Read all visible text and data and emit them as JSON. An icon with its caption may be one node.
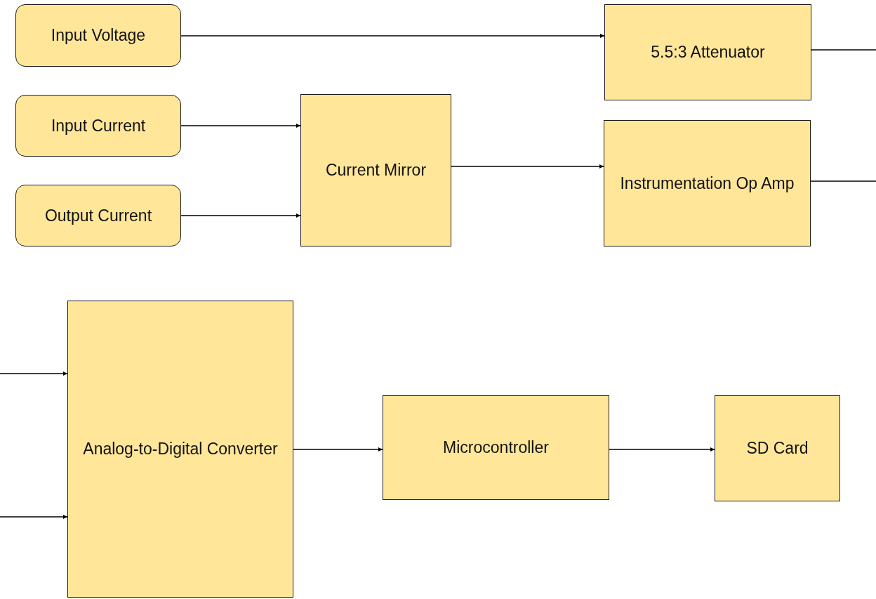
{
  "diagram": {
    "nodes": [
      {
        "text": [
          "Input Voltage"
        ]
      },
      {
        "text": [
          "Input Current"
        ]
      },
      {
        "text": [
          "Output Current"
        ]
      },
      {
        "text": [
          "Current Mirror"
        ]
      },
      {
        "text": [
          "5.5:3 Attenuator"
        ]
      },
      {
        "text": [
          "Instrumentation Op Amp"
        ]
      },
      {
        "text": [
          "Analog-to-Digital Converter"
        ]
      },
      {
        "text": [
          "Microcontroller"
        ]
      },
      {
        "text": [
          "SD Card"
        ]
      }
    ],
    "edges": [
      {
        "from": 0,
        "to": 4,
        "arrow": "to"
      },
      {
        "from": 1,
        "to": 3,
        "arrow": "to"
      },
      {
        "from": 2,
        "to": 3,
        "arrow": "to"
      },
      {
        "from": 3,
        "to": 5,
        "arrow": "to"
      },
      {
        "from": 4,
        "to": null,
        "arrow": "none"
      },
      {
        "from": 5,
        "to": null,
        "arrow": "none"
      },
      {
        "from": null,
        "to": 6,
        "arrow": "to"
      },
      {
        "from": null,
        "to": 6,
        "arrow": "to"
      },
      {
        "from": 6,
        "to": 7,
        "arrow": "to"
      },
      {
        "from": 7,
        "to": 8,
        "arrow": "to"
      }
    ]
  }
}
